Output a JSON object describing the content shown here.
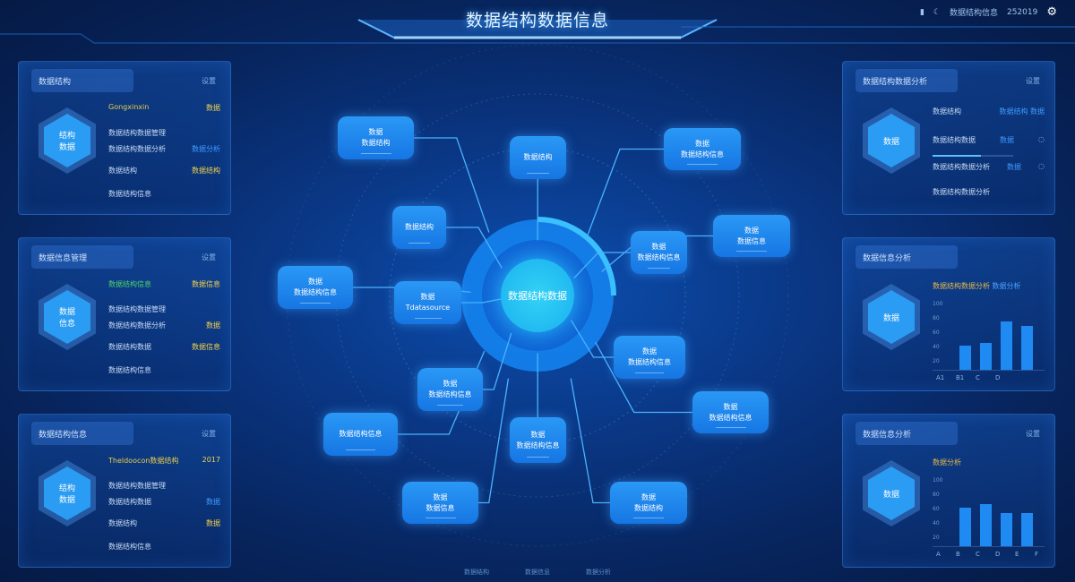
{
  "header": {
    "title": "数据结构数据信息",
    "status_text": "数据结构信息",
    "time": "252019",
    "icons": [
      "signal-icon",
      "moon-icon",
      "settings-icon"
    ]
  },
  "left_panels": [
    {
      "title": "数据结构",
      "tag": "设置",
      "hex": "结构\n数据",
      "rows": [
        {
          "k": "Gongxinxin",
          "v": "数据",
          "style": "yellow"
        },
        {
          "k": "数据结构数据管理",
          "v": ""
        },
        {
          "k": "数据结构数据分析",
          "v": "数据分析",
          "vclass": "vb"
        },
        {
          "k": "数据结构",
          "v": "数据结构"
        },
        {
          "k": "数据结构信息",
          "v": ""
        }
      ]
    },
    {
      "title": "数据信息管理",
      "tag": "设置",
      "hex": "数据\n信息",
      "rows": [
        {
          "k": "数据结构信息",
          "v": "数据信息",
          "style": "green"
        },
        {
          "k": "数据结构数据管理",
          "v": ""
        },
        {
          "k": "数据结构数据分析",
          "v": "数据"
        },
        {
          "k": "数据结构数据",
          "v": "数据信息"
        },
        {
          "k": "数据结构信息",
          "v": ""
        }
      ]
    },
    {
      "title": "数据结构信息",
      "tag": "设置",
      "hex": "结构\n数据",
      "rows": [
        {
          "k": "Theldoocon数据结构",
          "v": "2017",
          "style": "yellow"
        },
        {
          "k": "数据结构数据管理",
          "v": ""
        },
        {
          "k": "数据结构数据",
          "v": "数据",
          "vclass": "vb"
        },
        {
          "k": "数据结构",
          "v": "数据"
        },
        {
          "k": "数据结构信息",
          "v": ""
        }
      ]
    }
  ],
  "right_panels": [
    {
      "title": "数据结构数据分析",
      "tag": "设置",
      "hex": "数据",
      "rows": [
        {
          "k": "数据结构",
          "v": "数据结构 数据"
        },
        {
          "k": "数据结构数据",
          "v": "数据"
        },
        {
          "k": "数据结构数据分析",
          "v": "数据"
        },
        {
          "k": "数据结构数据分析",
          "v": ""
        }
      ],
      "progress": 0.6
    },
    {
      "title": "数据信息分析",
      "tag": "",
      "hex": "数据",
      "chart_title": "数据结构数据分析",
      "chart_sub": "数据分析",
      "yticks": [
        "100",
        "80",
        "60",
        "40",
        "20"
      ],
      "xlabels": [
        "A1",
        "B1",
        "C",
        "D"
      ],
      "values": [
        0.45,
        0.5,
        0.9,
        0.82
      ]
    },
    {
      "title": "数据信息分析",
      "tag": "设置",
      "hex": "数据",
      "chart_title": "数据分析",
      "chart_sub": "",
      "yticks": [
        "100",
        "80",
        "60",
        "40",
        "20"
      ],
      "xlabels": [
        "A",
        "B",
        "C",
        "D",
        "E",
        "F"
      ],
      "values": [
        0.72,
        0.78,
        0.62,
        0.62
      ]
    }
  ],
  "center": {
    "label": "数据结构数据"
  },
  "nodes": [
    {
      "l1": "数据",
      "l2": "数据结构"
    },
    {
      "l1": "",
      "l2": "数据结构"
    },
    {
      "l1": "数据",
      "l2": "数据结构信息"
    },
    {
      "l1": "",
      "l2": "数据结构"
    },
    {
      "l1": "数据",
      "l2": "数据信息"
    },
    {
      "l1": "数据",
      "l2": "数据结构信息"
    },
    {
      "l1": "数据",
      "l2": "数据结构信息"
    },
    {
      "l1": "数据",
      "l2": "Tdatasource"
    },
    {
      "l1": "数据",
      "l2": "数据结构信息"
    },
    {
      "l1": "数据",
      "l2": "数据结构信息"
    },
    {
      "l1": "数据",
      "l2": "数据结构信息"
    },
    {
      "l1": "",
      "l2": "数据结构信息"
    },
    {
      "l1": "数据",
      "l2": "数据结构信息"
    },
    {
      "l1": "数据",
      "l2": "数据信息"
    },
    {
      "l1": "数据",
      "l2": "数据结构"
    }
  ],
  "footer": [
    "数据结构",
    "数据信息",
    "数据分析"
  ],
  "colors": {
    "accent": "#1f8bf2",
    "core": "#33d2f5",
    "yellow": "#e8cf48",
    "green": "#4cd36b"
  }
}
